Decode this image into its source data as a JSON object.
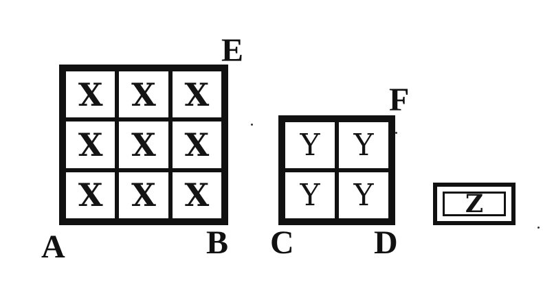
{
  "figure": {
    "square_x": {
      "cells": [
        "X",
        "X",
        "X",
        "X",
        "X",
        "X",
        "X",
        "X",
        "X"
      ]
    },
    "square_y": {
      "cells": [
        "Y",
        "Y",
        "Y",
        "Y"
      ]
    },
    "box_z": {
      "label": "Z"
    },
    "points": {
      "A": "A",
      "B": "B",
      "C": "C",
      "D": "D",
      "E": "E",
      "F": "F"
    }
  }
}
